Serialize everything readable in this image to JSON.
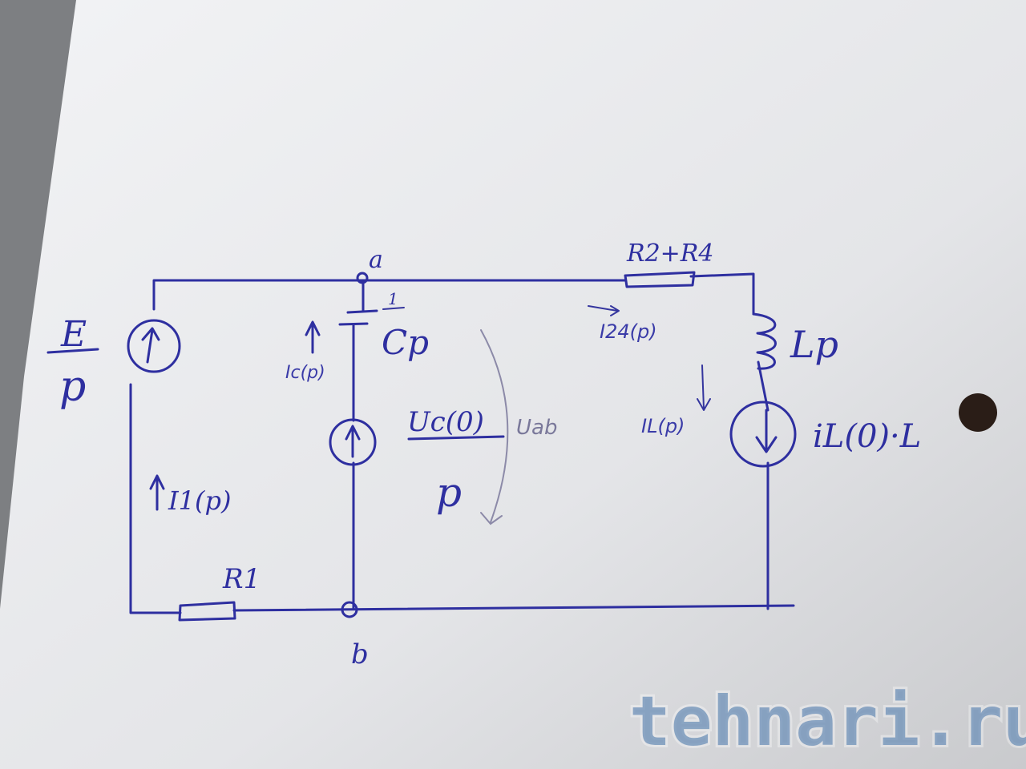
{
  "labels": {
    "source_e_num": "E",
    "source_e_den": "p",
    "node_a": "a",
    "node_b": "b",
    "cap_num": "1",
    "cap_den": "Cp",
    "uc_num": "Uc(0)",
    "uc_den": "p",
    "voltage_uab": "Uab",
    "resistor_r24": "R2+R4",
    "current_i24": "I24(p)",
    "inductor_lp": "Lp",
    "current_il": "IL(p)",
    "source_il": "iL(0)·L",
    "current_ic": "Ic(p)",
    "current_i1": "I1(p)",
    "resistor_r1": "R1"
  },
  "watermark": {
    "text": "tehnari.ru"
  },
  "colors": {
    "ink": "#2e2fa0",
    "paper": "#e9eaec",
    "watermark": "#6d90b8"
  }
}
